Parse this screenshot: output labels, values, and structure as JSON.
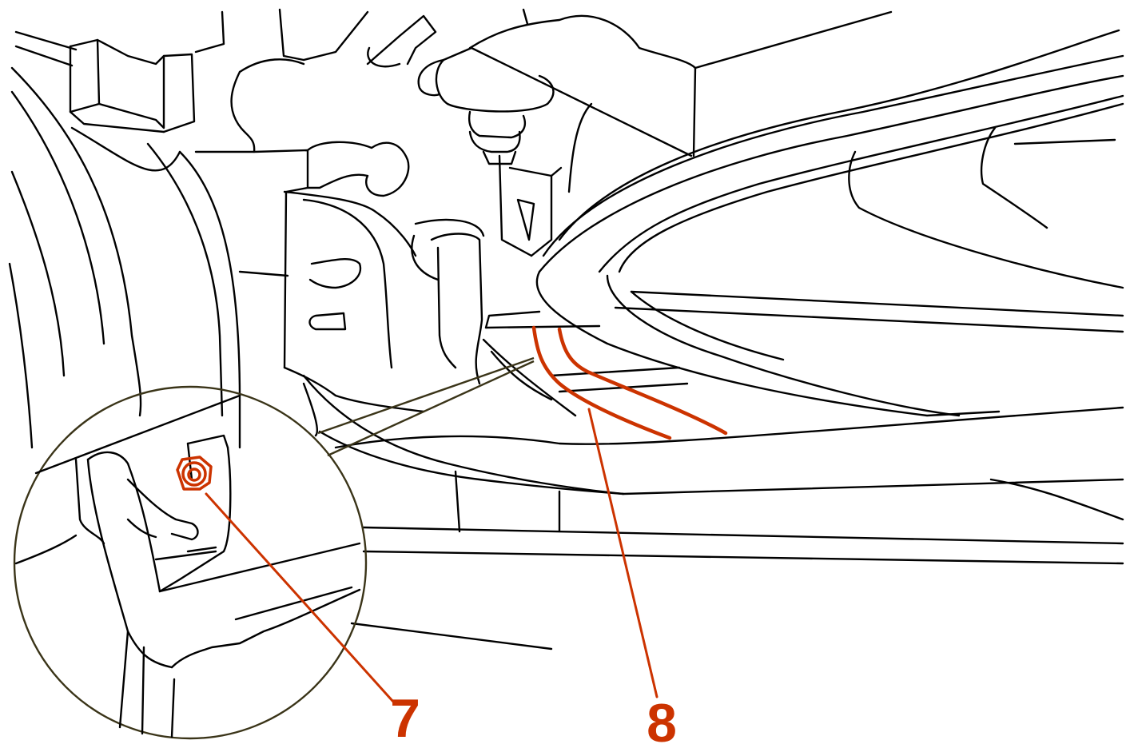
{
  "figure": {
    "kind": "technical line illustration, vehicle underbody with detail magnifier",
    "line_color": "#000000",
    "magnifier_outline_color": "#3a3418",
    "callout_color": "#cc3300",
    "background_color": "#ffffff"
  },
  "callouts": [
    {
      "id": "7",
      "label": "7",
      "target": "bolt"
    },
    {
      "id": "8",
      "label": "8",
      "target": "tubes"
    }
  ],
  "icons": {
    "bolt": "hex-bolt-icon"
  }
}
